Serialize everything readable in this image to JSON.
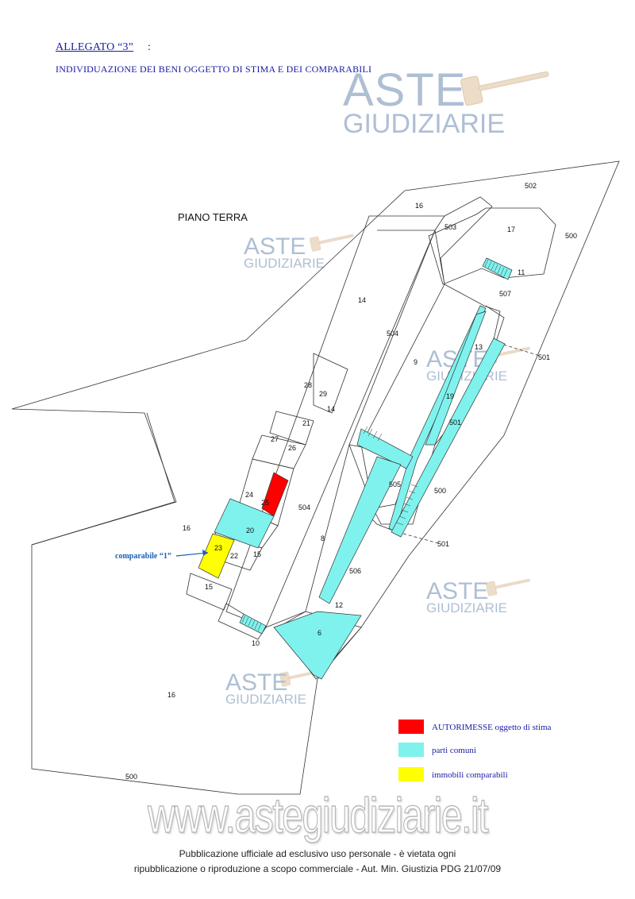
{
  "header": {
    "title": "ALLEGATO “3”",
    "title_suffix": ":",
    "subtitle": "INDIVIDUAZIONE DEI BENI OGGETTO DI STIMA E DEI COMPARABILI"
  },
  "watermark": {
    "line1": "ASTE",
    "line2": "GIUDIZIARIE",
    "url": "www.astegiudiziarie.it"
  },
  "map": {
    "floor_label": "PIANO TERRA",
    "parcels": [
      "502",
      "16",
      "503",
      "17",
      "500",
      "11",
      "14",
      "507",
      "504",
      "13",
      "501",
      "9",
      "19",
      "28",
      "29",
      "14",
      "21",
      "501",
      "27",
      "26",
      "505",
      "500",
      "24",
      "25",
      "504",
      "16",
      "20",
      "8",
      "501",
      "23",
      "22",
      "15",
      "506",
      "15",
      "12",
      "6",
      "10",
      "16",
      "500"
    ],
    "comparable_label": "comparabile “1”"
  },
  "legend": [
    {
      "label": "AUTORIMESSE oggetto di stima",
      "color": "#ff0000"
    },
    {
      "label": "parti comuni",
      "color": "#7ff2ee"
    },
    {
      "label": "immobili comparabili",
      "color": "#ffff00"
    }
  ],
  "footer": {
    "line1": "Pubblicazione ufficiale ad esclusivo uso personale - è vietata ogni",
    "line2": "ripubblicazione o riproduzione a scopo commerciale - Aut. Min. Giustizia PDG 21/07/09"
  }
}
